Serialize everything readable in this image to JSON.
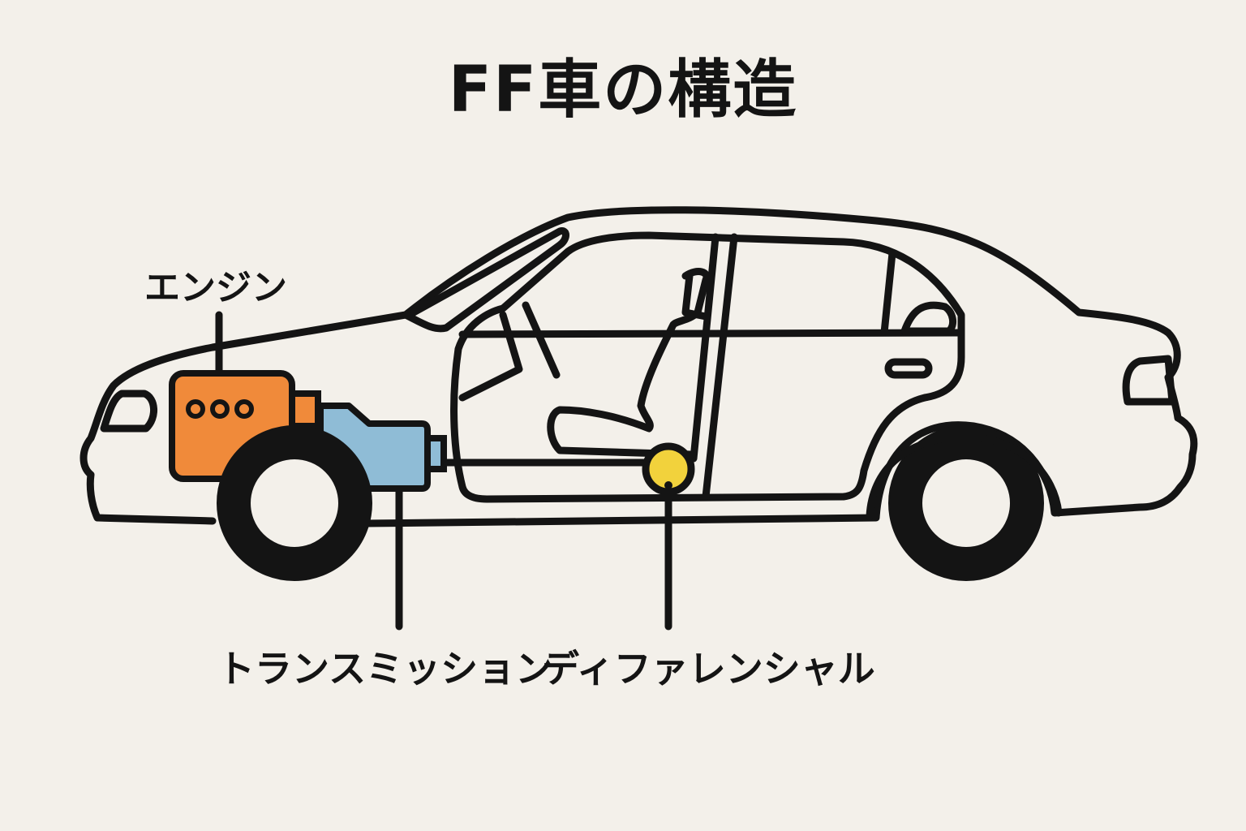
{
  "title": "FF車の構造",
  "labels": {
    "engine": "エンジン",
    "transmission": "トランスミッション",
    "differential": "ディファレンシャル"
  },
  "colors": {
    "background": "#f3f0ea",
    "outline": "#141414",
    "engine": "#f08a3a",
    "transmission": "#8fbcd6",
    "differential": "#f2d23c"
  }
}
